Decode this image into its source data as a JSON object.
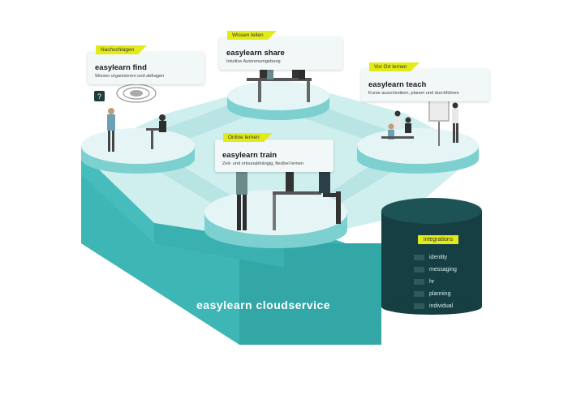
{
  "colors": {
    "platform_top": "#cfeeee",
    "platform_side": "#3fb6b6",
    "platform_dark": "#2a9a9a",
    "disc_top": "#e5f5f5",
    "disc_side": "#7cd0d0",
    "database": "#153f42",
    "accent": "#e2ea1a"
  },
  "main_label": "easylearn cloudservice",
  "callouts": {
    "find": {
      "tag": "Nachschlagen",
      "title": "easylearn find",
      "subtitle": "Wissen organisieren und abfragen"
    },
    "share": {
      "tag": "Wissen teilen",
      "title": "easylearn share",
      "subtitle": "Intuitive Autorenumgebung"
    },
    "teach": {
      "tag": "Vor Ort lernen",
      "title": "easylearn teach",
      "subtitle": "Kurse ausschreiben, planen und durchführen"
    },
    "train": {
      "tag": "Online lernen",
      "title": "easylearn train",
      "subtitle": "Zeit- und ortsunabhängig, flexibel lernen"
    }
  },
  "integrations": {
    "tag": "integrations",
    "items": [
      "identity",
      "messaging",
      "hr",
      "planning",
      "individual"
    ]
  }
}
